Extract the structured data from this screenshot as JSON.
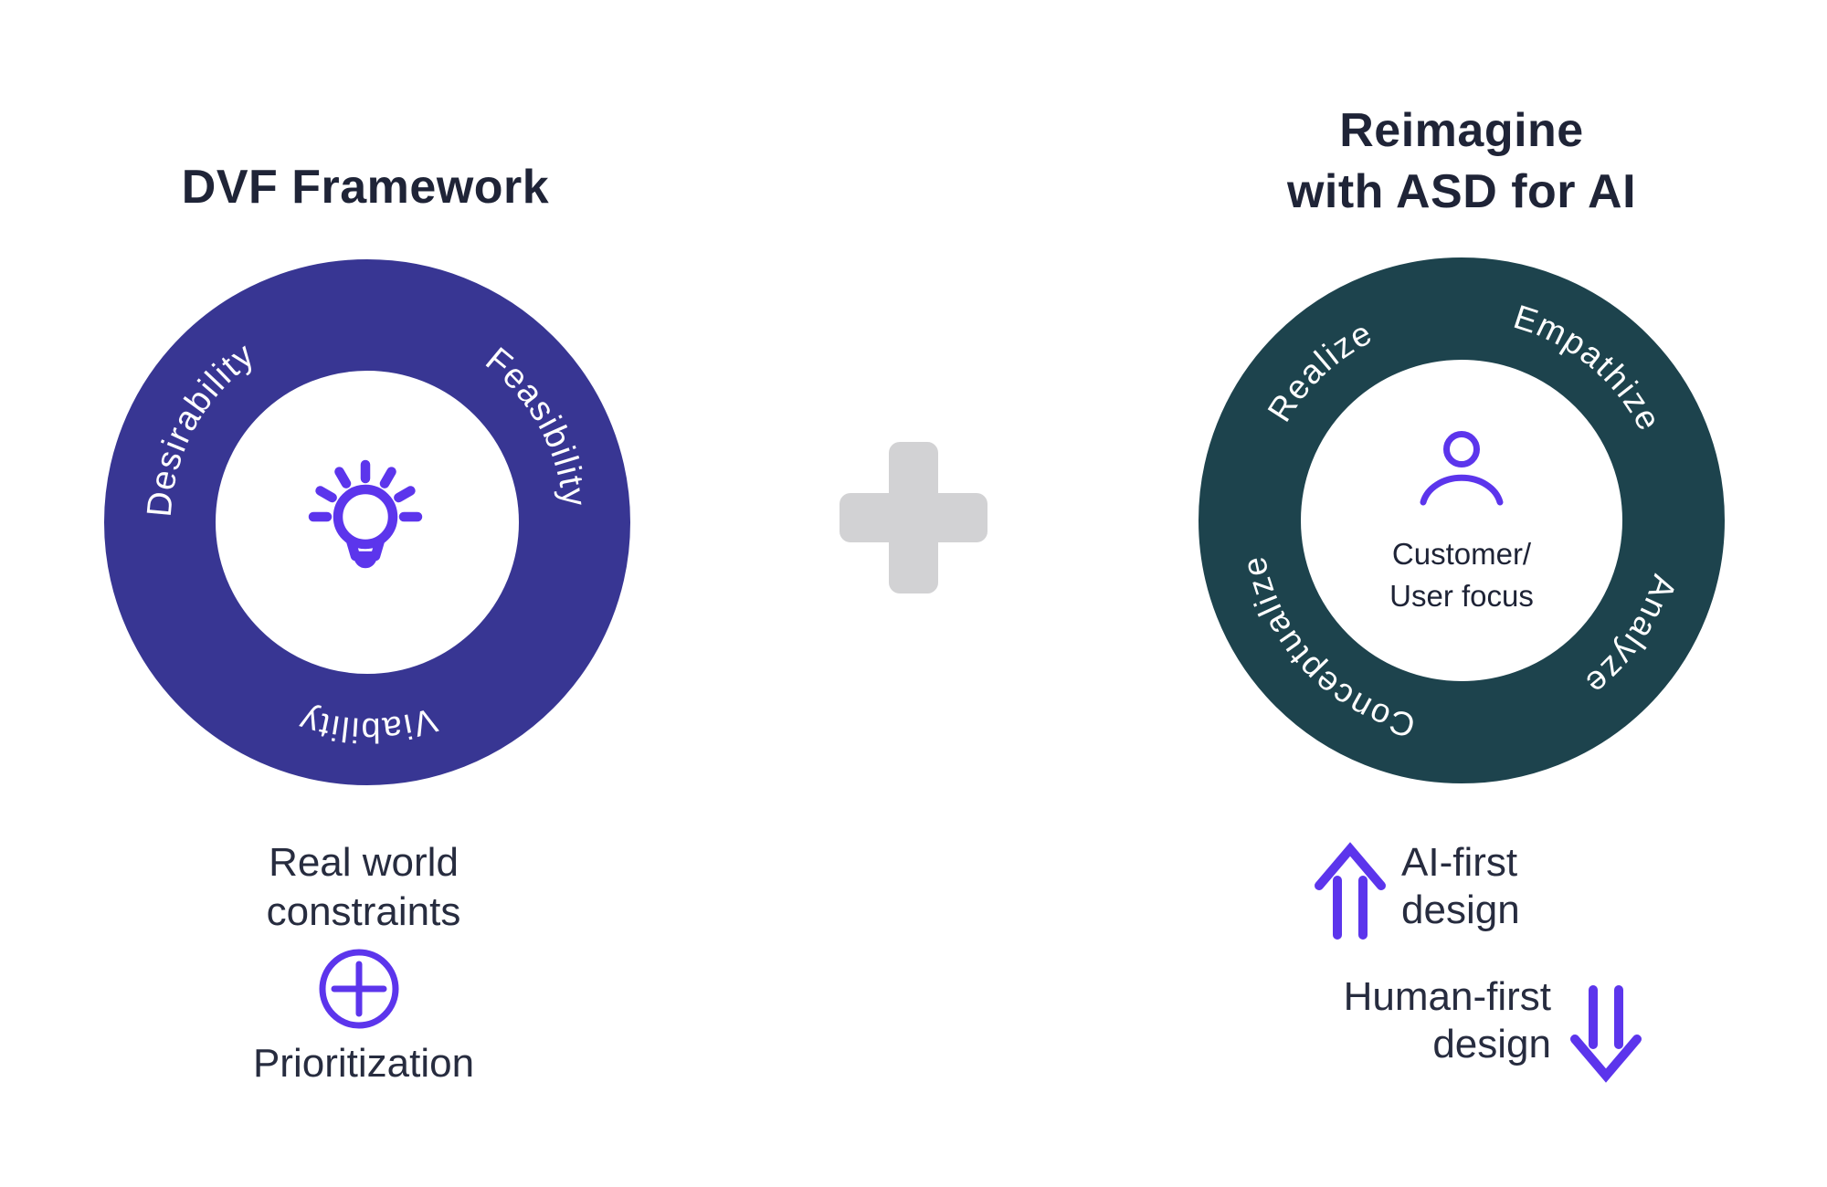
{
  "colors": {
    "dvf_ring": "#383693",
    "asd_ring": "#1d434d",
    "accent_purple": "#5c35ec",
    "plus_gray": "#d2d2d4",
    "text_dark": "#1f2437",
    "ring_text": "#ffffff"
  },
  "dvf": {
    "title": "DVF Framework",
    "ring_labels": [
      "Desirability",
      "Feasibility",
      "Viability"
    ],
    "center_icon": "lightbulb-icon",
    "caption_lines": [
      "Real world",
      "constraints"
    ],
    "plus_icon": "plus-circle-icon",
    "caption_bottom": "Prioritization"
  },
  "asd": {
    "title_lines": [
      "Reimagine",
      "with ASD for AI"
    ],
    "ring_labels": [
      "Realize",
      "Empathize",
      "Analyze",
      "Conceptualize"
    ],
    "center_icon": "person-icon",
    "center_lines": [
      "Customer/",
      "User focus"
    ],
    "ai_first_lines": [
      "AI-first",
      "design"
    ],
    "human_first_lines": [
      "Human-first",
      "design"
    ],
    "up_arrow_icon": "up-arrow-icon",
    "down_arrow_icon": "down-arrow-icon"
  },
  "connector": {
    "icon": "plus-sign-icon"
  }
}
